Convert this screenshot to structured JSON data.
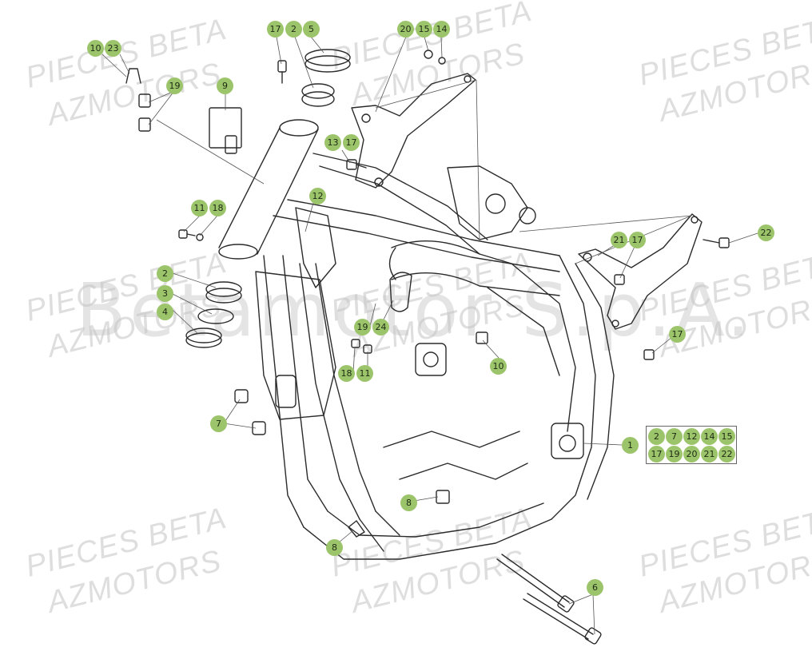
{
  "watermarks": {
    "line1": "PIECES BETA",
    "line2": "AZMOTORS",
    "center": "Betamotor S.p.A."
  },
  "callouts": {
    "c01": "10",
    "c02": "23",
    "c03": "19",
    "c04": "9",
    "c05": "17",
    "c06": "2",
    "c07": "5",
    "c08": "20",
    "c09": "15",
    "c10": "14",
    "c11": "13",
    "c12": "17",
    "c13": "12",
    "c14": "11",
    "c15": "18",
    "c16": "2",
    "c17": "3",
    "c18": "4",
    "c19": "19",
    "c20": "24",
    "c21": "18",
    "c22": "11",
    "c23": "10",
    "c24": "21",
    "c25": "17",
    "c26": "22",
    "c27": "17",
    "c28": "7",
    "c29": "8",
    "c30": "8",
    "c31": "6",
    "c32": "1"
  },
  "kit": {
    "row1": [
      "2",
      "7",
      "12",
      "14",
      "15"
    ],
    "row2": [
      "17",
      "19",
      "20",
      "21",
      "22"
    ]
  },
  "colors": {
    "callout": "#9cc46b",
    "line": "#2b2b2b",
    "watermark": "#dedede"
  }
}
